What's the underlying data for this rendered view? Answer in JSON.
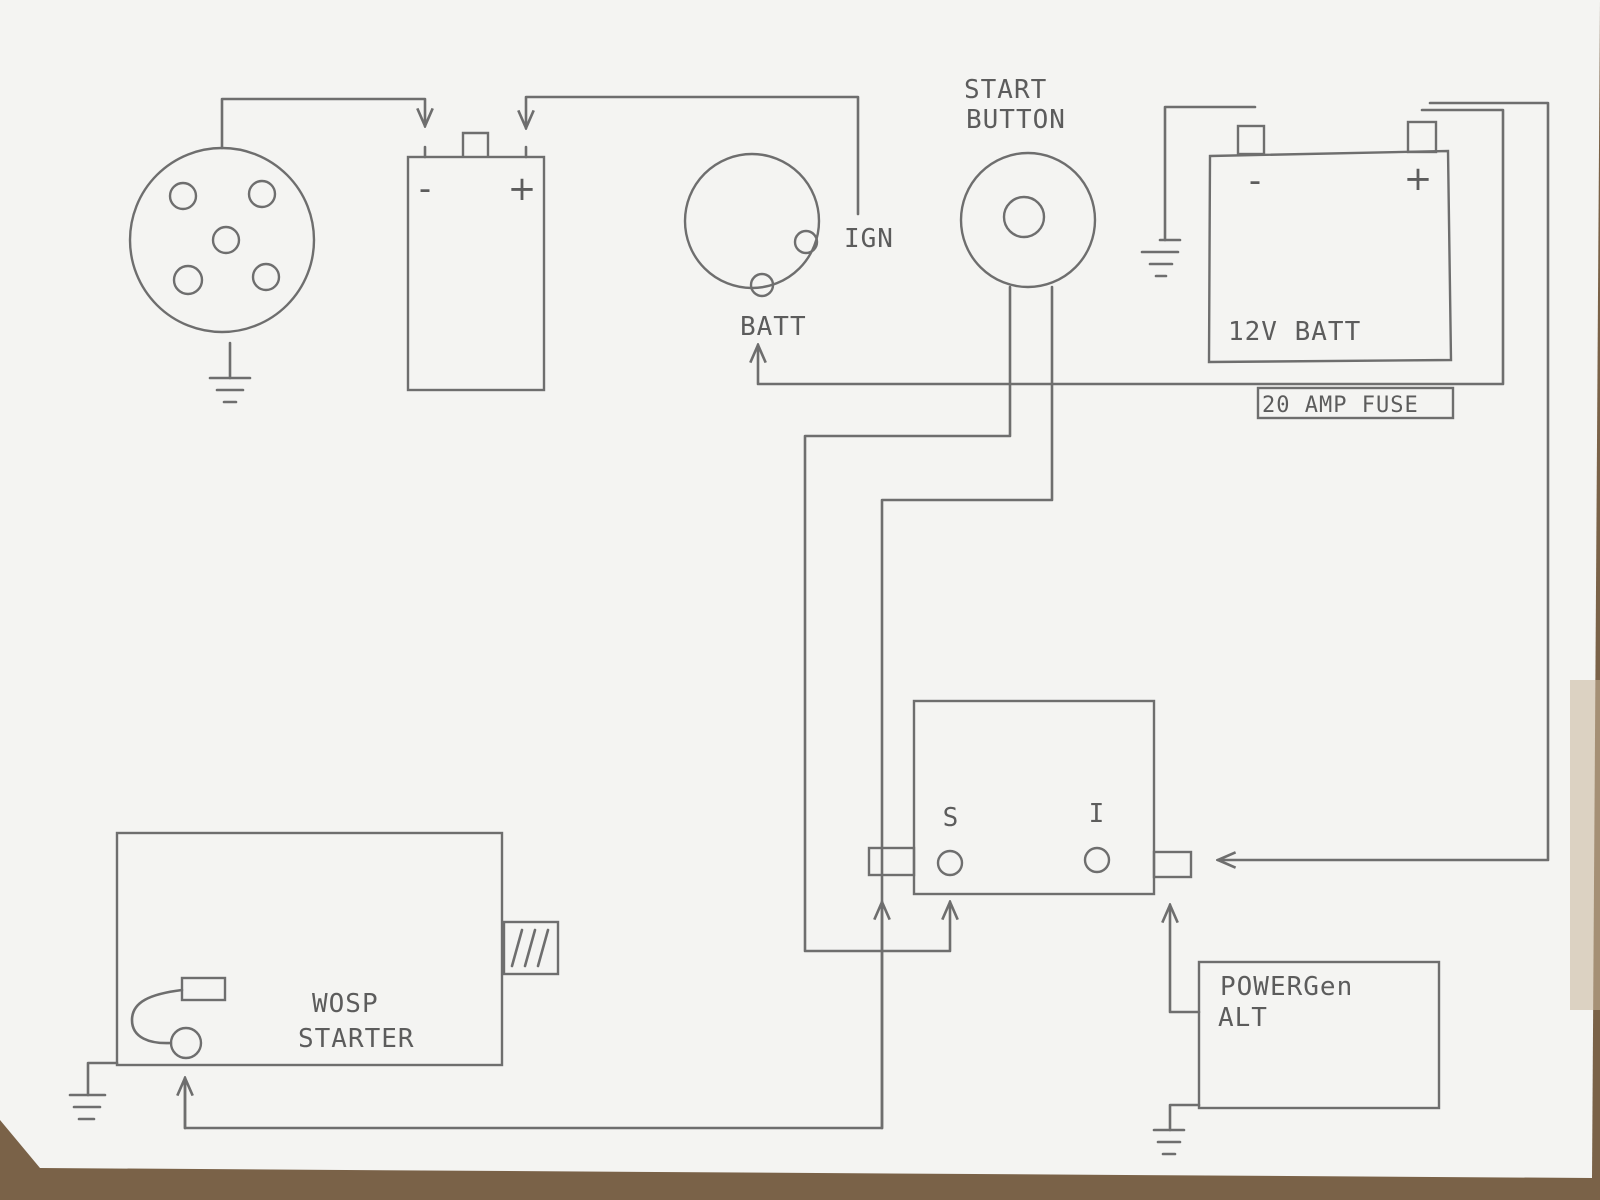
{
  "colors": {
    "paper": "#f4f4f2",
    "pencil": "#6e6e6e",
    "ink_text": "#5c5c5c",
    "desk": "#7a6248"
  },
  "labels": {
    "coil_minus": "-",
    "coil_plus": "+",
    "ignition_switch_ign": "IGN",
    "ignition_switch_batt": "BATT",
    "start_button_line1": "START",
    "start_button_line2": "BUTTON",
    "battery_minus": "-",
    "battery_plus": "+",
    "battery_name": "12V BATT",
    "fuse": "20 AMP FUSE",
    "solenoid_s": "S",
    "solenoid_i": "I",
    "starter_line1": "WOSP",
    "starter_line2": "STARTER",
    "alternator_line1": "POWERGen",
    "alternator_line2": "ALT"
  }
}
